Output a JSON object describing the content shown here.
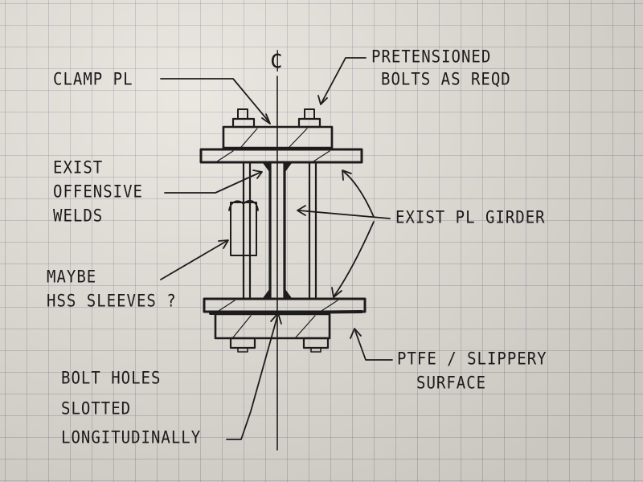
{
  "colors": {
    "ink": "#1c1c1c",
    "paper": "#e6e2db",
    "grid": "#8a93a3"
  },
  "labels": {
    "centerline": "¢",
    "clamp_plate": "CLAMP PL",
    "pretensioned_bolts_1": "PRETENSIONED",
    "pretensioned_bolts_2": "BOLTS AS REQD",
    "existing_welds_1": "EXIST",
    "existing_welds_2": "OFFENSIVE",
    "existing_welds_3": "WELDS",
    "sleeves_1": "MAYBE",
    "sleeves_2": "HSS SLEEVES ?",
    "existing_girder": "EXIST PL GIRDER",
    "ptfe_1": "PTFE / SLIPPERY",
    "ptfe_2": "SURFACE",
    "bolt_holes_1": "BOLT HOLES",
    "bolt_holes_2": "SLOTTED",
    "bolt_holes_3": "LONGITUDINALLY"
  }
}
